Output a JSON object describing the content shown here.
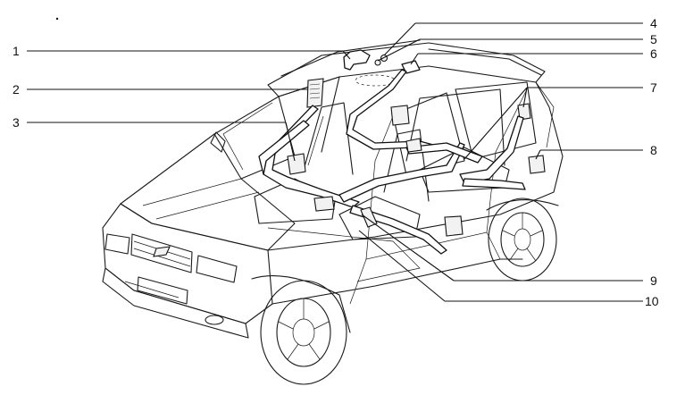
{
  "diagram": {
    "description_type": "vehicle seat belt exploded view",
    "callouts": [
      {
        "id": "1",
        "label": "1"
      },
      {
        "id": "2",
        "label": "2"
      },
      {
        "id": "3",
        "label": "3"
      },
      {
        "id": "4",
        "label": "4"
      },
      {
        "id": "5",
        "label": "5"
      },
      {
        "id": "6",
        "label": "6"
      },
      {
        "id": "7",
        "label": "7"
      },
      {
        "id": "8",
        "label": "8"
      },
      {
        "id": "9",
        "label": "9"
      },
      {
        "id": "10",
        "label": "10"
      }
    ],
    "colors": {
      "ink": "#111111",
      "paper": "#ffffff"
    }
  }
}
